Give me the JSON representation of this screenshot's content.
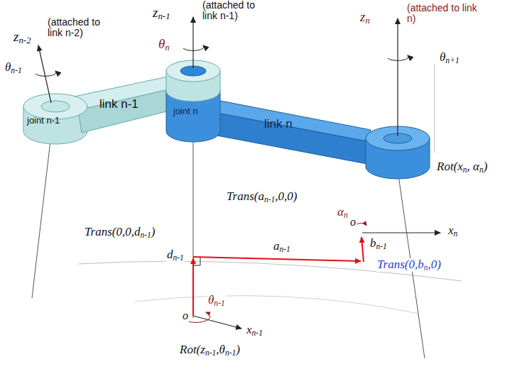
{
  "diagram": {
    "labels": [
      "zn-2",
      "(attached to link n-2)",
      "θn-1",
      "joint n-1",
      "link n-1",
      "zn-1",
      "(attached to link n-1)",
      "θn",
      "joint n",
      "link n",
      "zn",
      "(attached to link n)",
      "θn+1",
      "Rot(xn, αn)",
      "Trans(an-1,0,0)",
      "αn",
      "o",
      "bn-1",
      "xn",
      "Trans(0,0,dn-1)",
      "an-1",
      "dn-1",
      "Trans(0,bn,0)",
      "o",
      "θn-1",
      "xn-1",
      "Rot(zn-1,θn-1)"
    ]
  }
}
